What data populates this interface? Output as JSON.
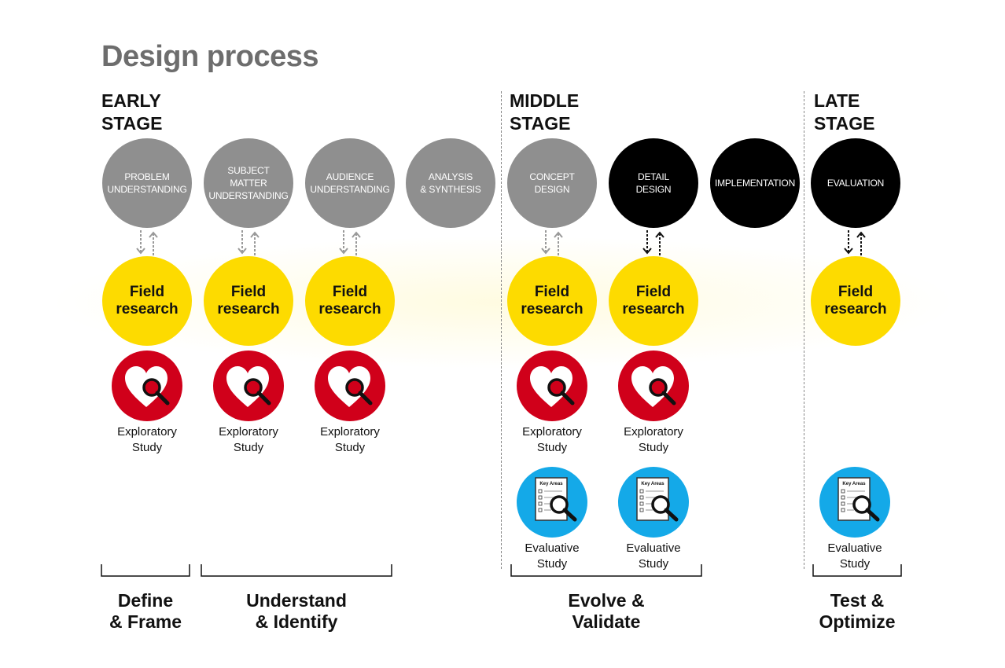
{
  "title": "Design process",
  "stages": [
    {
      "line1": "EARLY",
      "line2": "STAGE"
    },
    {
      "line1": "MIDDLE",
      "line2": "STAGE"
    },
    {
      "line1": "LATE",
      "line2": "STAGE"
    }
  ],
  "phases": [
    {
      "label": "PROBLEM\nUNDERSTANDING",
      "color": "#8f8f8f"
    },
    {
      "label": "SUBJECT\nMATTER\nUNDERSTANDING",
      "color": "#8f8f8f"
    },
    {
      "label": "AUDIENCE\nUNDERSTANDING",
      "color": "#8f8f8f"
    },
    {
      "label": "ANALYSIS\n& SYNTHESIS",
      "color": "#8f8f8f"
    },
    {
      "label": "CONCEPT\nDESIGN",
      "color": "#8f8f8f"
    },
    {
      "label": "DETAIL\nDESIGN",
      "color": "#000000"
    },
    {
      "label": "IMPLEMENTATION",
      "color": "#000000"
    },
    {
      "label": "EVALUATION",
      "color": "#000000"
    }
  ],
  "field_research_label": "Field\nresearch",
  "exploratory_label": "Exploratory\nStudy",
  "evaluative_label": "Evaluative\nStudy",
  "checklist_heading": "Key Areas",
  "icons": {
    "exploratory": "heart-magnifier-icon",
    "evaluative": "checklist-magnifier-icon"
  },
  "colors": {
    "field_research": "#fddb00",
    "exploratory": "#d0001a",
    "evaluative": "#14a9e8",
    "title": "#6d6d6d"
  },
  "bottom_groups": [
    {
      "label": "Define\n& Frame"
    },
    {
      "label": "Understand\n& Identify"
    },
    {
      "label": "Evolve &\nValidate"
    },
    {
      "label": "Test &\nOptimize"
    }
  ]
}
